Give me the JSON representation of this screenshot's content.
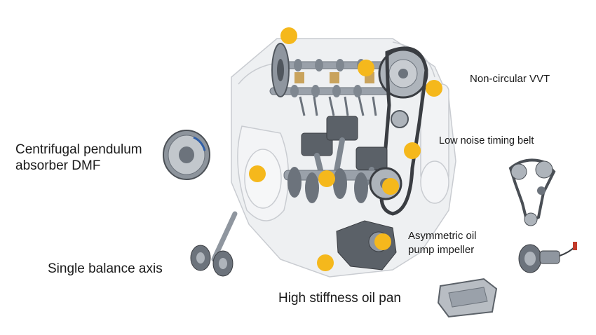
{
  "labels": {
    "vvt": "Non-circular VVT",
    "timing_belt": "Low noise timing belt",
    "dmf_line1": "Centrifugal pendulum",
    "dmf_line2": "absorber  DMF",
    "oil_pump_line1": "Asymmetric oil",
    "oil_pump_line2": "pump impeller",
    "balance_axis": "Single balance axis",
    "oil_pan": "High stiffness oil pan"
  },
  "colors": {
    "marker": "#f5b81c",
    "engine_outline": "#c9ccd1",
    "engine_fill": "#eef0f2",
    "metal_dark": "#6c737c",
    "metal_mid": "#9aa1aa",
    "belt": "#3a3d42",
    "text": "#1a1a1a"
  },
  "markers": [
    {
      "id": "camshaft-sprocket-marker"
    },
    {
      "id": "camshaft-marker"
    },
    {
      "id": "vvt-marker"
    },
    {
      "id": "block-side-marker"
    },
    {
      "id": "crankshaft-marker"
    },
    {
      "id": "crank-pulley-marker"
    },
    {
      "id": "timing-belt-marker"
    },
    {
      "id": "oil-pump-marker"
    },
    {
      "id": "oil-pan-marker"
    }
  ]
}
